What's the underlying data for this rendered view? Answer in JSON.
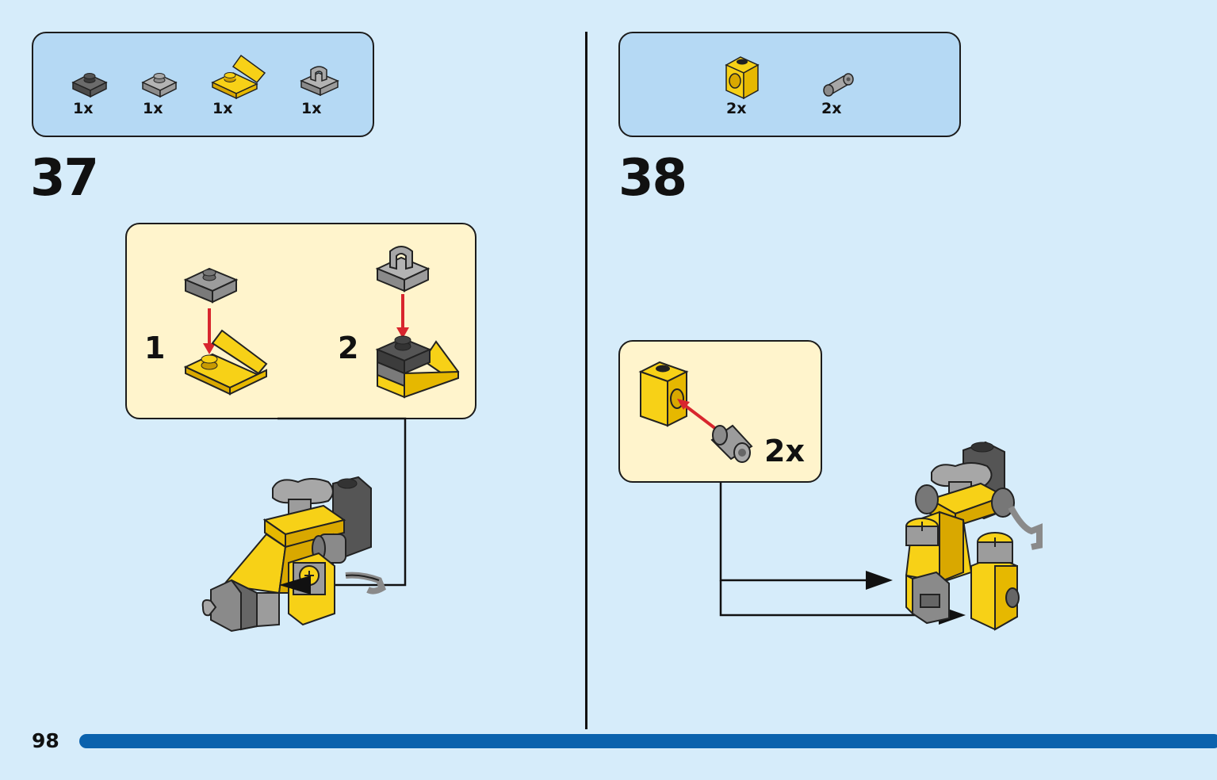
{
  "page": {
    "number": "98"
  },
  "step37": {
    "number": "37",
    "parts": [
      {
        "icon": "dark-gray-plate-1x1-icon",
        "qty": "1x"
      },
      {
        "icon": "gray-plate-1x1-icon",
        "qty": "1x"
      },
      {
        "icon": "yellow-bracket-plate-icon",
        "qty": "1x"
      },
      {
        "icon": "gray-clip-plate-icon",
        "qty": "1x"
      }
    ],
    "substeps": [
      "1",
      "2"
    ]
  },
  "step38": {
    "number": "38",
    "parts": [
      {
        "icon": "yellow-technic-brick-icon",
        "qty": "2x"
      },
      {
        "icon": "gray-pin-connector-icon",
        "qty": "2x"
      }
    ],
    "callout_qty": "2x"
  },
  "colors": {
    "background": "#d6ecfa",
    "parts_box": "#b5d9f4",
    "callout": "#fff4cc",
    "progress_bar": "#0b62ad",
    "brick_yellow": "#f7d117",
    "arrow_red": "#d8262e"
  }
}
